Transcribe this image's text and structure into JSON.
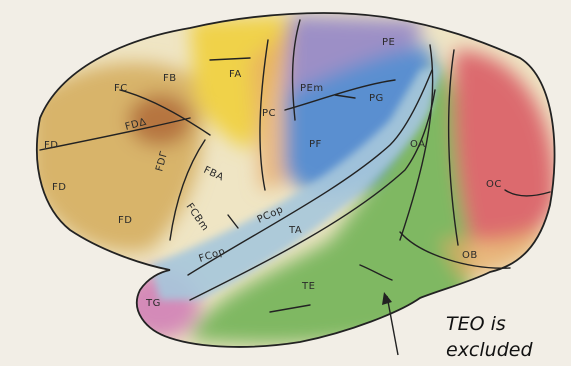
{
  "figure": {
    "regions": [
      {
        "key": "fc",
        "label": "FC"
      },
      {
        "key": "fb",
        "label": "FB"
      },
      {
        "key": "fa",
        "label": "FA"
      },
      {
        "key": "pe",
        "label": "PE"
      },
      {
        "key": "pem",
        "label": "PEm"
      },
      {
        "key": "pc",
        "label": "PC"
      },
      {
        "key": "pg",
        "label": "PG"
      },
      {
        "key": "pf",
        "label": "PF"
      },
      {
        "key": "fdelta",
        "label": "FDΔ"
      },
      {
        "key": "fd1",
        "label": "FD"
      },
      {
        "key": "fd2",
        "label": "FD"
      },
      {
        "key": "fd3",
        "label": "FD"
      },
      {
        "key": "fdgamma",
        "label": "FDΓ"
      },
      {
        "key": "fba",
        "label": "FBA"
      },
      {
        "key": "fcbm",
        "label": "FCBm"
      },
      {
        "key": "pcop",
        "label": "PCop"
      },
      {
        "key": "fcop",
        "label": "FCop"
      },
      {
        "key": "ta",
        "label": "TA"
      },
      {
        "key": "oa",
        "label": "OA"
      },
      {
        "key": "oc",
        "label": "OC"
      },
      {
        "key": "ob",
        "label": "OB"
      },
      {
        "key": "te",
        "label": "TE"
      },
      {
        "key": "tg",
        "label": "TG"
      }
    ],
    "annotation": {
      "line1": "TEO is",
      "line2": "excluded"
    },
    "colors": {
      "page": "#f2eee6",
      "frontal_tan": "#d8b46a",
      "frontal_brown": "#b06a3a",
      "cream": "#efe5c4",
      "yellow": "#f0d24a",
      "blue": "#5a8fd0",
      "lilac": "#9c8fc6",
      "light_blue": "#a6c6dc",
      "green": "#7fb862",
      "red": "#dc6a6e",
      "pink": "#d48ab8",
      "orange": "#e6a866",
      "outline": "#222222"
    }
  }
}
